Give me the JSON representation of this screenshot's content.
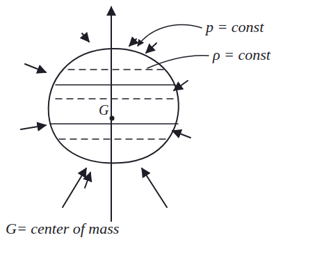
{
  "diagram": {
    "labels": [
      "p = const",
      "ρ = const",
      "G",
      "G= center of mass"
    ]
  }
}
